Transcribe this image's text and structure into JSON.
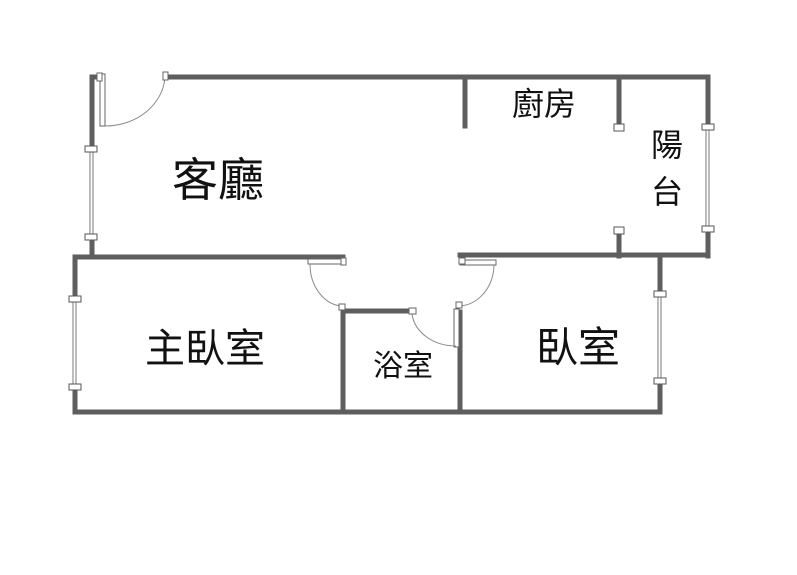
{
  "rooms": {
    "living_room": "客廳",
    "kitchen": "廚房",
    "balcony_line1": "陽",
    "balcony_line2": "台",
    "master_bedroom": "主臥室",
    "bathroom": "浴室",
    "bedroom": "臥室"
  },
  "colors": {
    "wall": "#5e5e5e",
    "text": "#111111",
    "background": "#ffffff"
  }
}
